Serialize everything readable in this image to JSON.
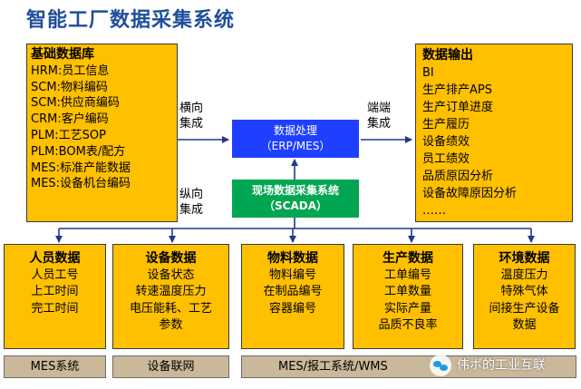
{
  "title": "智能工厂数据采集系统",
  "basic_db": {
    "title": "基础数据库",
    "items": [
      "HRM:员工信息",
      "SCM:物料编码",
      "SCM:供应商编码",
      "CRM:客户编码",
      "PLM:工艺SOP",
      "PLM:BOM表/配方",
      "MES:标准产能数据",
      "MES:设备机台编码"
    ]
  },
  "output": {
    "title": "数据输出",
    "items": [
      "BI",
      "生产排产APS",
      "生产订单进度",
      "生产履历",
      "设备绩效",
      "员工绩效",
      "品质原因分析",
      "设备故障原因分析",
      "……"
    ]
  },
  "processing": {
    "line1": "数据处理",
    "line2": "（ERP/MES）"
  },
  "scada": {
    "line1": "现场数据采集系统",
    "line2": "（SCADA）"
  },
  "labels": {
    "horizontal": [
      "横向",
      "集成"
    ],
    "vertical": [
      "纵向",
      "集成"
    ],
    "terminal": [
      "端端",
      "集成"
    ]
  },
  "sources": [
    {
      "title": "人员数据",
      "items": [
        "人员工号",
        "上工时间",
        "完工时间"
      ]
    },
    {
      "title": "设备数据",
      "items": [
        "设备状态",
        "转速温度压力",
        "电压能耗、工艺",
        "参数"
      ]
    },
    {
      "title": "物料数据",
      "items": [
        "物料编号",
        "在制品编号",
        "容器编号"
      ]
    },
    {
      "title": "生产数据",
      "items": [
        "工单编号",
        "工单数量",
        "实际产量",
        "品质不良率"
      ]
    },
    {
      "title": "环境数据",
      "items": [
        "温度压力",
        "特殊气体",
        "间接生产设备",
        "数据"
      ]
    }
  ],
  "systems": [
    "MES系统",
    "设备联网",
    "MES/报工系统/WMS"
  ],
  "watermark": "伟ボ的工业互联",
  "colors": {
    "title": "#1f4e9b",
    "box": "#ffc000",
    "processing": "#1f3fff",
    "scada": "#00a651",
    "system": "#c9b899",
    "arrow": "#1f3a8a"
  }
}
